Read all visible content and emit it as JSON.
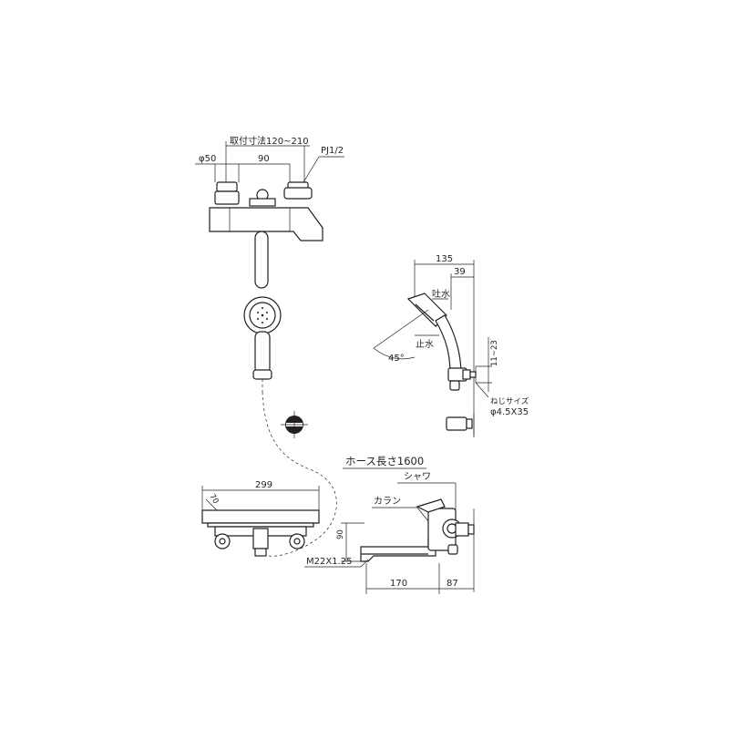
{
  "labels": {
    "mount_range": "取付寸法120~210",
    "dia_50": "φ50",
    "dim_90_top": "90",
    "pj": "PJ1/2",
    "dim_135": "135",
    "dim_39": "39",
    "spout_water": "吐水",
    "stop_water": "止水",
    "angle_45": "45°",
    "dim_11_23": "11~23",
    "screw_size": "ねじサイズ",
    "screw_dim": "φ4.5X35",
    "hose_length": "ホース長さ1600",
    "shower": "シャワ",
    "faucet": "カラン",
    "dim_299": "299",
    "dim_70": "70",
    "dim_90_side": "90",
    "thread": "M22X1.25",
    "dim_170": "170",
    "dim_87": "87"
  }
}
